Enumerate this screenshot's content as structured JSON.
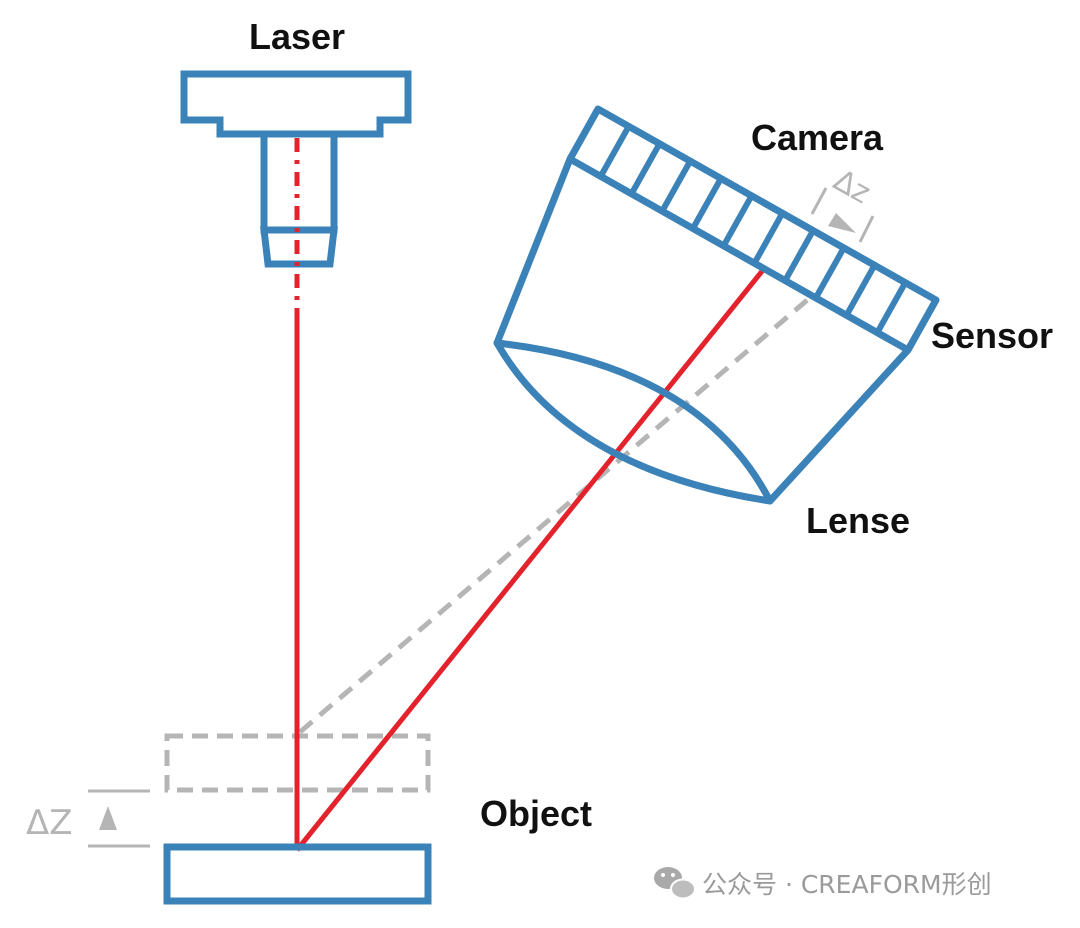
{
  "labels": {
    "laser": "Laser",
    "camera": "Camera",
    "sensor": "Sensor",
    "lense": "Lense",
    "object": "Object",
    "delta_z_sensor": "Δz",
    "delta_z_object": "ΔZ"
  },
  "watermark": {
    "text": "公众号 · CREAFORM形创"
  },
  "colors": {
    "outline": "#3b82b8",
    "laser_beam": "#e4222b",
    "shifted": "#b5b5b5",
    "text": "#111111",
    "watermark": "#9a9a9a"
  },
  "icons": {
    "watermark": "wechat-icon"
  }
}
